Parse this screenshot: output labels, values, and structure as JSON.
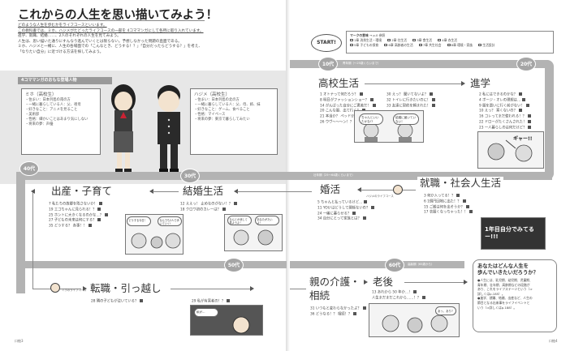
{
  "left": {
    "title": "これからの人生を思い描いてみよう！",
    "intro": [
      "どのような人生を歩むかをライフコースといいます。",
      "この教科書では、ミホ、ハジメがたどったライフコースの一部を 4コママンガにして各所に取り入れています。",
      "進学、就職、結婚……、2人のそれぞれの人生を見てみよう。",
      "人生は、思い描いた通りにすんなり進んでいくとは限らない。予想しなかった問題の直面である。",
      "ミホ、ハジメと一緒に、人生の各場面での「こんなとき、どうする！？」「自分だったらどうする？」を考え、",
      "「なりたい自分」に近づける方法を探してみよう。"
    ],
    "chars_header": "4コママンガのおもな登場人物",
    "miho": {
      "title": "ミホ（高校生）",
      "items": [
        "・住まい：日本列島の南の方",
        "・一緒に暮らしている人：父、祖母",
        "・好きなこと：アニメを見ること",
        "・美術部",
        "・性格：細かいことはあまり気にしない",
        "・将来の夢：声優"
      ]
    },
    "hajime": {
      "title": "ハジメ（高校生）",
      "items": [
        "・住まい：日本列島の北の方",
        "・一緒に暮らしている人：父、母、姉、妹",
        "・好きなこと：ゲーム、食べること",
        "・性格：マイペース",
        "・将来の夢：東京で暮らしてみたい"
      ]
    },
    "page_no": "口絵3"
  },
  "right": {
    "start": "START!",
    "legend_title": "マークの意味",
    "legend_sub": "→ p.0 参照",
    "legend": [
      "1章 消費生活・環境",
      "2章 住生活",
      "3章 食生活",
      "4章 衣生活",
      "5章 子どもの保育",
      "6章 高齢者の生活",
      "7章 共生社会",
      "8章 環境・家族",
      "生活設計"
    ],
    "teen_label": "青年期（～25歳くらいまで）",
    "adult_label": "壮年期（25～64歳くらいまで）",
    "elder_label": "高齢期（65歳から）",
    "page_no": "口絵4"
  },
  "ages": {
    "a10": "10代",
    "a20": "20代",
    "a30": "30代",
    "a40": "40代",
    "a50": "50代",
    "a60": "60代"
  },
  "stages": {
    "hs": "高校生活",
    "shingaku": "進学",
    "shushoku": "就職・社会人生活",
    "kekkon": "結婚生活",
    "konkatsu": "婚活",
    "shussan": "出産・子育て",
    "tenkin": "転職・引っ越し",
    "kaigo1": "親の介護・",
    "kaigo2": "相続",
    "rougo": "老後"
  },
  "lists": {
    "hs": [
      "1 オトナって何だろう？",
      "8 明日がファッションショー？",
      "14 がんばった自分にご褒美だ！",
      "20 こんな服、出て行く？",
      "21 本当か？ ペッドか？",
      "26 ウヴ～～～ン！？"
    ],
    "hs2": [
      "30 えっ？ 聞いてないよ？",
      "32 トイレに行きたいのに！",
      "33 友達に契約を頼まれた！"
    ],
    "shingaku": [
      "2 私にはできるのかな？",
      "4 ボージ・オレの理想は…",
      "9 服を買いに行く前がない！",
      "10 えっ？ 寒くないの？",
      "16 コレってまだ使われる！？",
      "22 ドローがたくさんされた！",
      "23 一人暮らしのは何だけど？"
    ],
    "shushoku": [
      "3 何か入ってる！？",
      "6 1個円団地に出た！？",
      "15 ご飯は何を出そうか？",
      "17 衣服くなっちゃった！！"
    ],
    "konkatsu": [
      "5 ちゃんと払っているけど…",
      "11 YOU はどうして関係ないの？",
      "24 一緒に暮らせる？",
      "34 自分にとって家族とは？"
    ],
    "kekkon": [
      "12 ええっ！ 止めなのがない！？",
      "18 クロワ初のカレーは？"
    ],
    "shussan": [
      "7 私たちの故郷を残さないか！",
      "19 エコちゃんに見られる！？",
      "25 ホントに大きくなるのかな…？",
      "27 子どもの未来は何にする？",
      "35 どうする？ 赤事！！"
    ],
    "tenkin": [
      "28 隣の子どもが泣いている？"
    ],
    "kaigo": [
      "31 いつもと変わらなかったよ？",
      "36 どうなる！？ 相続！？"
    ],
    "rougo": [
      "13 あれから 50 年か…！",
      "人生まだまだこれから……！？"
    ],
    "ill_tenkin": "29 私が有害者の！？"
  },
  "bubbles": {
    "b1": "ちゃんといいたかな!?",
    "b2": "結婚に届いていない！",
    "gya": "ギャー!!",
    "nen": "1年目自分でみてるー!!!",
    "hajime_course": "ハジメのライフコース",
    "miho_course": "ミホのライフコース",
    "b3": "なんとか消して見ようよ！",
    "b4": "あなたがたいよ！",
    "b5": "どうする今日！",
    "b6": "なんでも2人で歩いていく!",
    "b7": "あっ、あり?",
    "b8": "私が…"
  },
  "final": {
    "title1": "あなたはどんな人生を",
    "title2": "歩んでいきたいだろうか？",
    "lines": [
      "●人生には、乳児期、幼児期、児童期、",
      "青年期、壮年期、高齢期などの段階が",
      "あり、これをライフステージという（⇒",
      "詳しくはp.185）。",
      "●進学、就職、結婚、出産など、人生の",
      "節目となる出来事をライフイベントと",
      "いう（⇒詳しくはp.188）。"
    ]
  }
}
